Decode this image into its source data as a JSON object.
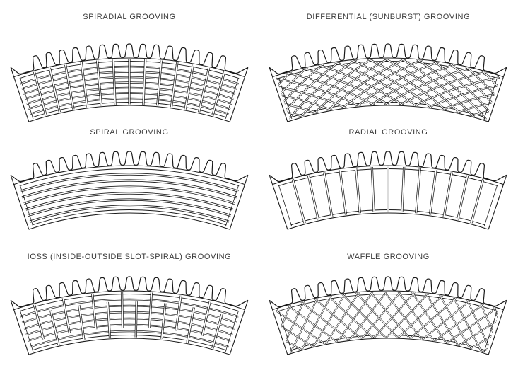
{
  "page": {
    "background": "#ffffff",
    "line_color": "#1a1a1a",
    "text_color": "#3a3a3a"
  },
  "geometry": {
    "teeth_per_segment": 15,
    "segment_arc_degrees": 37,
    "note_visible_shapes": "six annular rotor segments with toothed cooling-fin outer rim and pointed end spikes"
  },
  "panels": [
    {
      "id": "spiradial",
      "title": "SPIRADIAL GROOVING",
      "drawing": {
        "type": "spiradial",
        "slots": 13,
        "rings": 7
      }
    },
    {
      "id": "differential-sunburst",
      "title": "DIFFERENTIAL (SUNBURST) GROOVING",
      "drawing": {
        "type": "crosshatch",
        "lines_per_family": 22,
        "sweep_deg": 16,
        "step_deg": 2.6,
        "curved": true
      }
    },
    {
      "id": "spiral",
      "title": "SPIRAL GROOVING",
      "drawing": {
        "type": "spiral",
        "rings": 6
      }
    },
    {
      "id": "radial",
      "title": "RADIAL GROOVING",
      "drawing": {
        "type": "radial",
        "slots": 13
      }
    },
    {
      "id": "ioss",
      "title": "IOSS (INSIDE-OUTSIDE SLOT-SPIRAL) GROOVING",
      "drawing": {
        "type": "ioss",
        "slots": 14,
        "rings": 6
      }
    },
    {
      "id": "waffle",
      "title": "WAFFLE GROOVING",
      "drawing": {
        "type": "crosshatch",
        "lines_per_family": 22,
        "sweep_deg": 8,
        "step_deg": 2.2,
        "curved": false
      }
    }
  ]
}
